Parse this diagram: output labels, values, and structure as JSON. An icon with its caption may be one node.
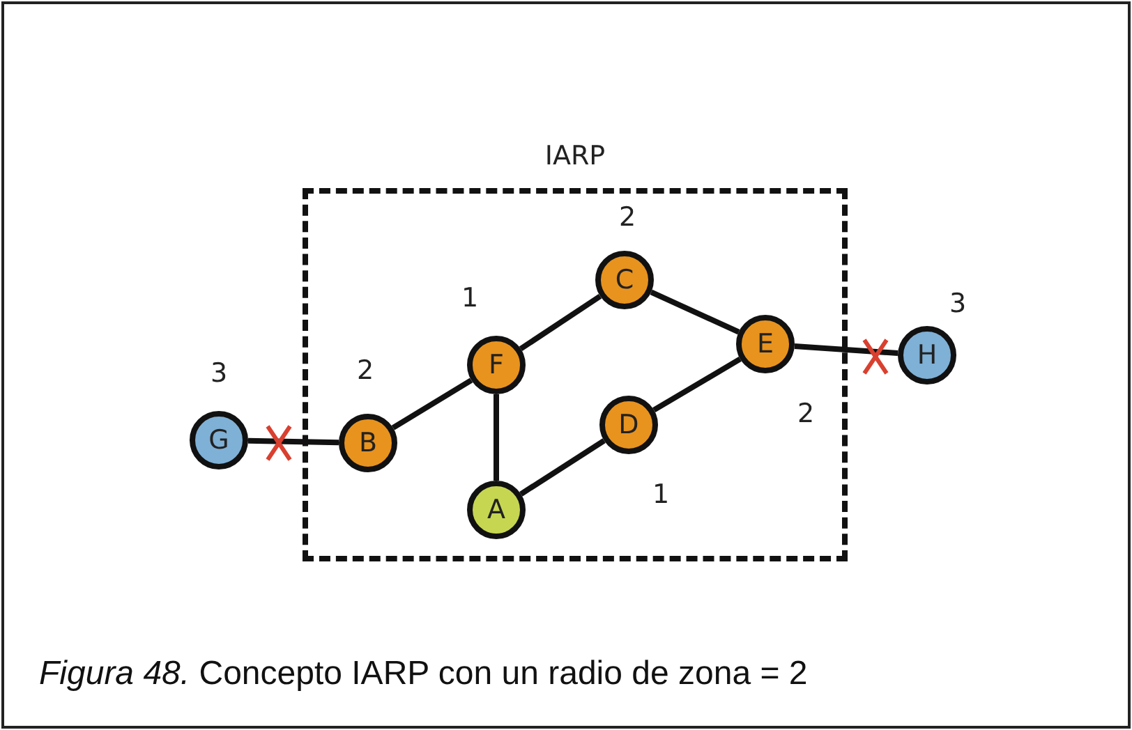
{
  "diagram": {
    "caption": "*Figura 48.* Concepto IARP con un radio de zona = 2",
    "nodes": [
      {
        "text": [
          "IARP"
        ]
      },
      {
        "text": [
          "G"
        ],
        "beside": [
          "3"
        ]
      },
      {
        "text": [
          "B"
        ],
        "beside": [
          "2"
        ],
        "in": 0
      },
      {
        "text": [
          "F"
        ],
        "beside": [
          "1"
        ],
        "in": 0
      },
      {
        "text": [
          "C"
        ],
        "beside": [
          "2"
        ],
        "in": 0
      },
      {
        "text": [
          "E"
        ],
        "beside": [
          "2"
        ],
        "in": 0
      },
      {
        "text": [
          "H"
        ],
        "beside": [
          "3"
        ]
      },
      {
        "text": [
          "D"
        ],
        "beside": [
          "1"
        ],
        "in": 0
      },
      {
        "text": [
          "A"
        ],
        "in": 0
      }
    ],
    "edges": [
      {
        "from": 1,
        "to": 2,
        "arrow": "none"
      },
      {
        "from": 2,
        "to": 3,
        "arrow": "none"
      },
      {
        "from": 3,
        "to": 4,
        "arrow": "none"
      },
      {
        "from": 3,
        "to": 8,
        "arrow": "none"
      },
      {
        "from": 4,
        "to": 5,
        "arrow": "none"
      },
      {
        "from": 8,
        "to": 7,
        "arrow": "none"
      },
      {
        "from": 7,
        "to": 5,
        "arrow": "none"
      },
      {
        "from": 5,
        "to": 6,
        "arrow": "none"
      }
    ]
  }
}
